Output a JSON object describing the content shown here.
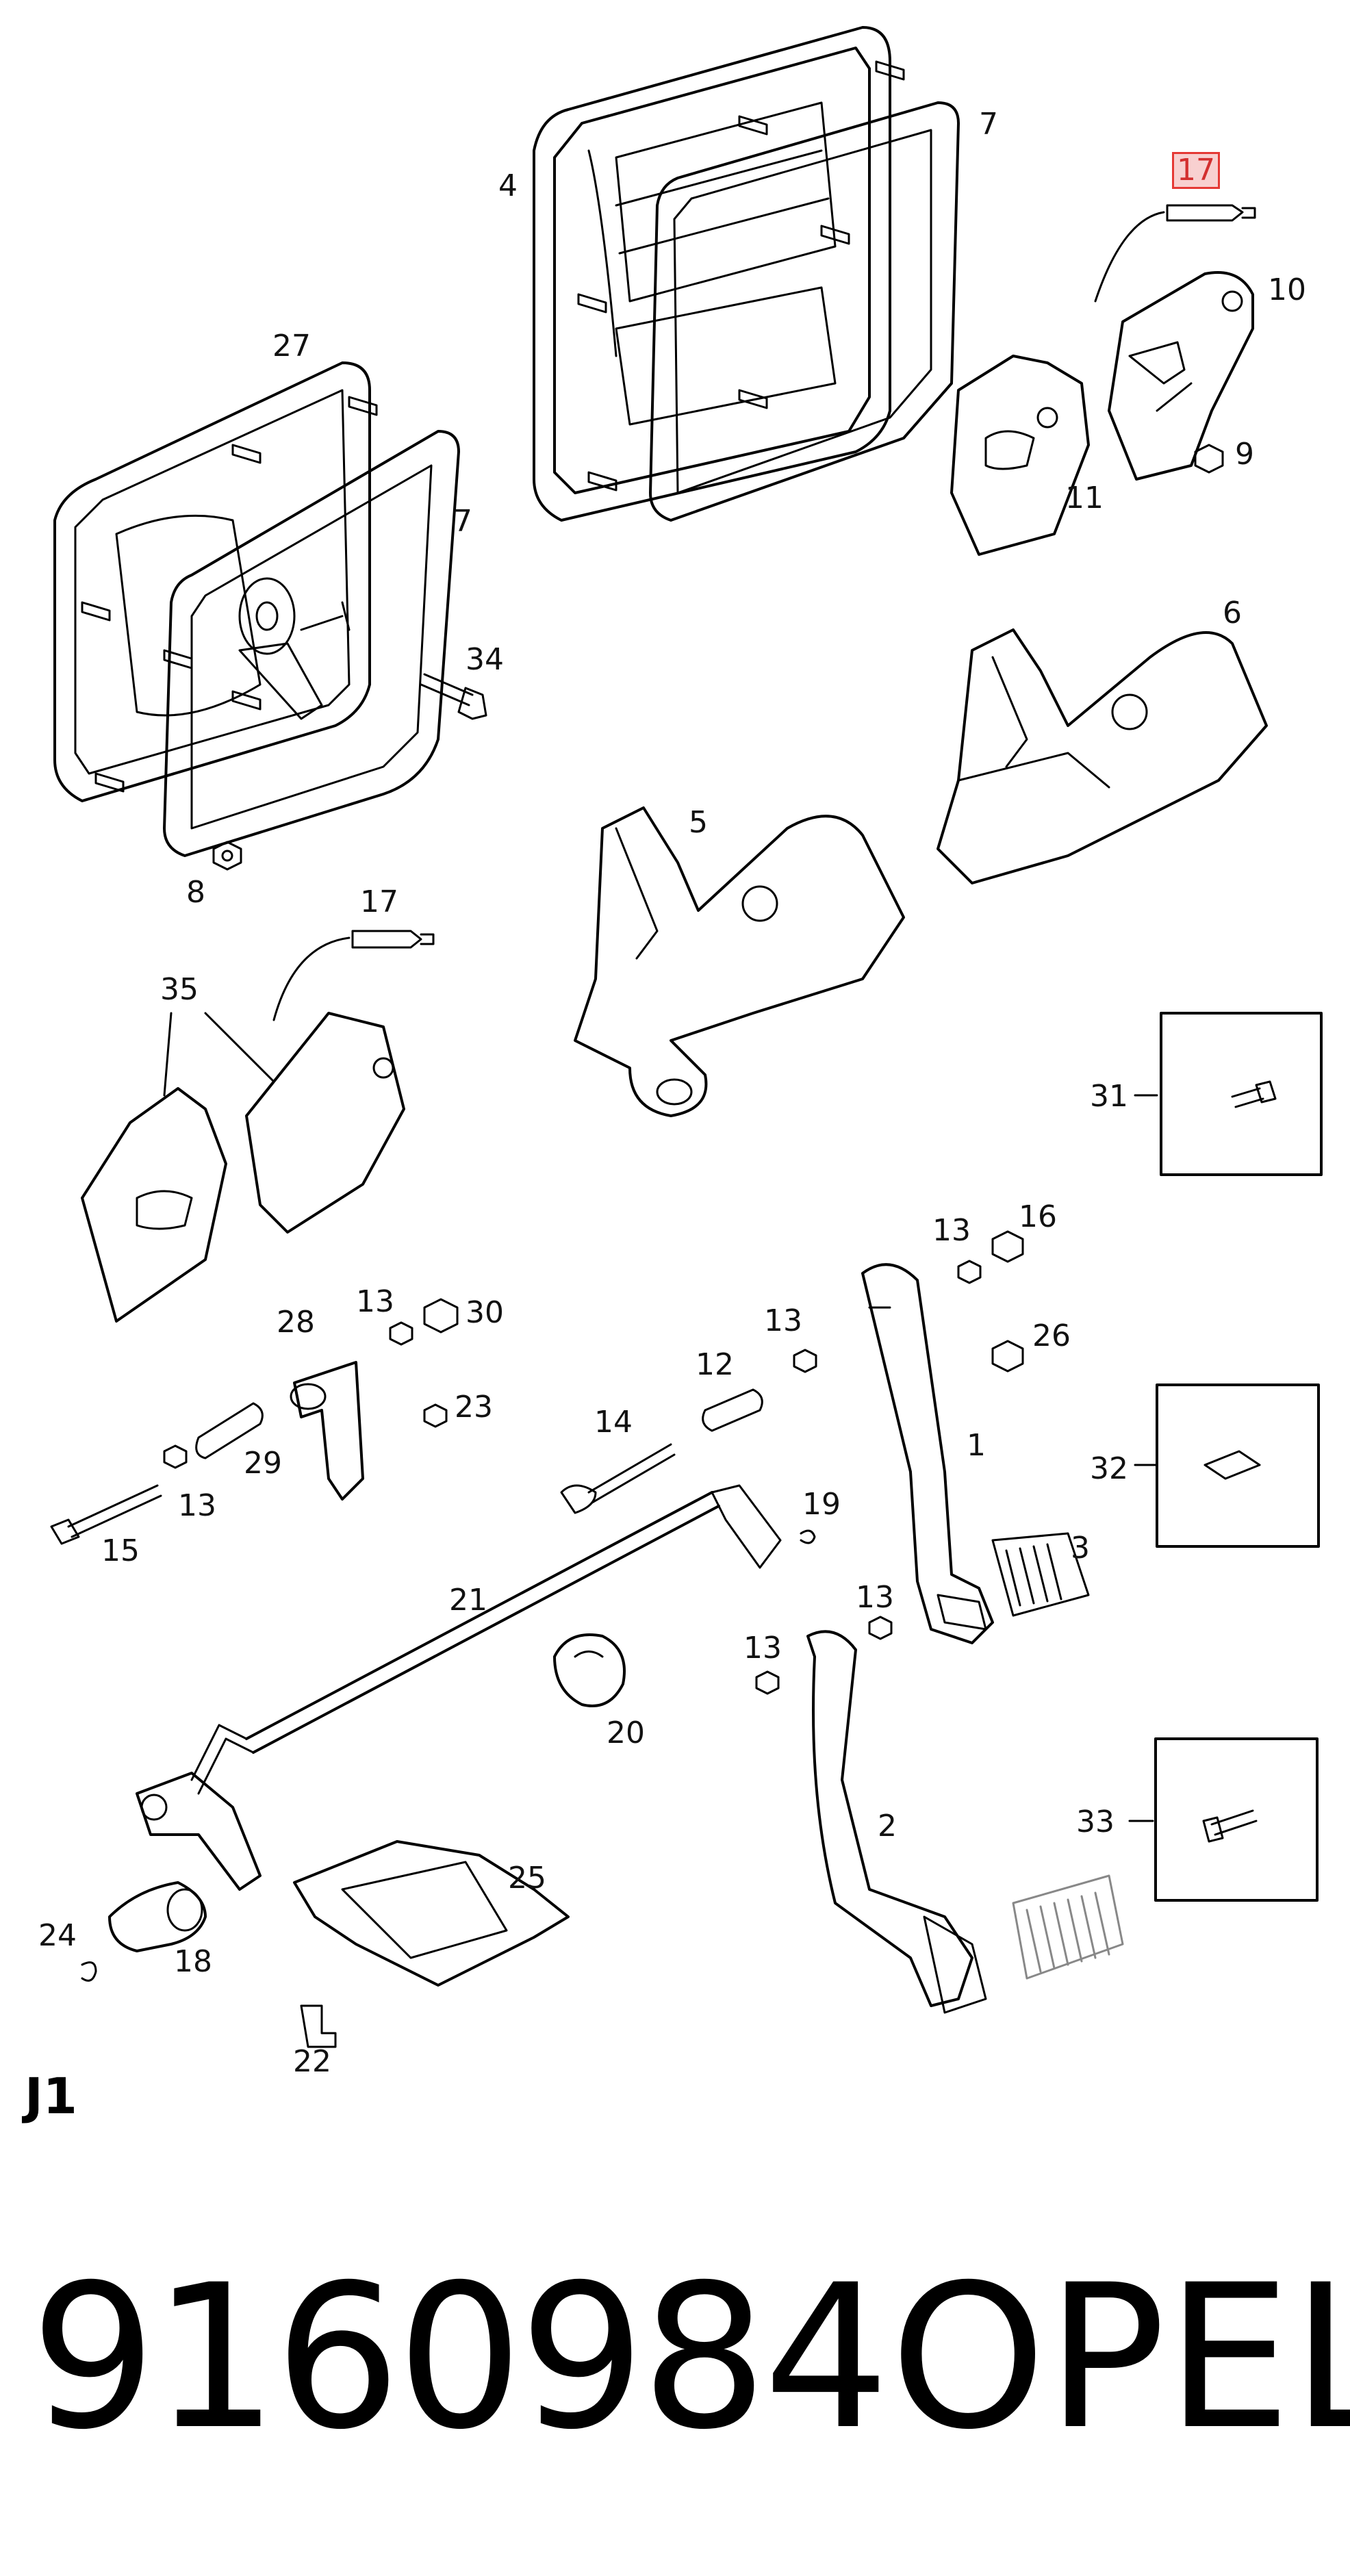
{
  "diagram": {
    "section_label": "J1",
    "part_number": "9160984",
    "brand": "OPEL",
    "highlighted_callout": "17",
    "colors": {
      "line": "#000000",
      "highlight_border": "#e53935",
      "highlight_fill": "#f8d0d0"
    },
    "callouts": [
      {
        "id": "c4",
        "text": "4"
      },
      {
        "id": "c7a",
        "text": "7"
      },
      {
        "id": "c17a",
        "text": "17"
      },
      {
        "id": "c10",
        "text": "10"
      },
      {
        "id": "c27",
        "text": "27"
      },
      {
        "id": "c7b",
        "text": "7"
      },
      {
        "id": "c11",
        "text": "11"
      },
      {
        "id": "c9",
        "text": "9"
      },
      {
        "id": "c6",
        "text": "6"
      },
      {
        "id": "c34",
        "text": "34"
      },
      {
        "id": "c5",
        "text": "5"
      },
      {
        "id": "c8",
        "text": "8"
      },
      {
        "id": "c17b",
        "text": "17"
      },
      {
        "id": "c35",
        "text": "35"
      },
      {
        "id": "c31",
        "text": "31"
      },
      {
        "id": "c13a",
        "text": "13"
      },
      {
        "id": "c16",
        "text": "16"
      },
      {
        "id": "c28",
        "text": "28"
      },
      {
        "id": "c13b",
        "text": "13"
      },
      {
        "id": "c30",
        "text": "30"
      },
      {
        "id": "c13c",
        "text": "13"
      },
      {
        "id": "c26",
        "text": "26"
      },
      {
        "id": "c12",
        "text": "12"
      },
      {
        "id": "c23",
        "text": "23"
      },
      {
        "id": "c14",
        "text": "14"
      },
      {
        "id": "c1",
        "text": "1"
      },
      {
        "id": "c29",
        "text": "29"
      },
      {
        "id": "c32",
        "text": "32"
      },
      {
        "id": "c13d",
        "text": "13"
      },
      {
        "id": "c19",
        "text": "19"
      },
      {
        "id": "c15",
        "text": "15"
      },
      {
        "id": "c3",
        "text": "3"
      },
      {
        "id": "c21",
        "text": "21"
      },
      {
        "id": "c13e",
        "text": "13"
      },
      {
        "id": "c13f",
        "text": "13"
      },
      {
        "id": "c20",
        "text": "20"
      },
      {
        "id": "c2",
        "text": "2"
      },
      {
        "id": "c33",
        "text": "33"
      },
      {
        "id": "c25",
        "text": "25"
      },
      {
        "id": "c24",
        "text": "24"
      },
      {
        "id": "c18",
        "text": "18"
      },
      {
        "id": "c22",
        "text": "22"
      }
    ]
  }
}
